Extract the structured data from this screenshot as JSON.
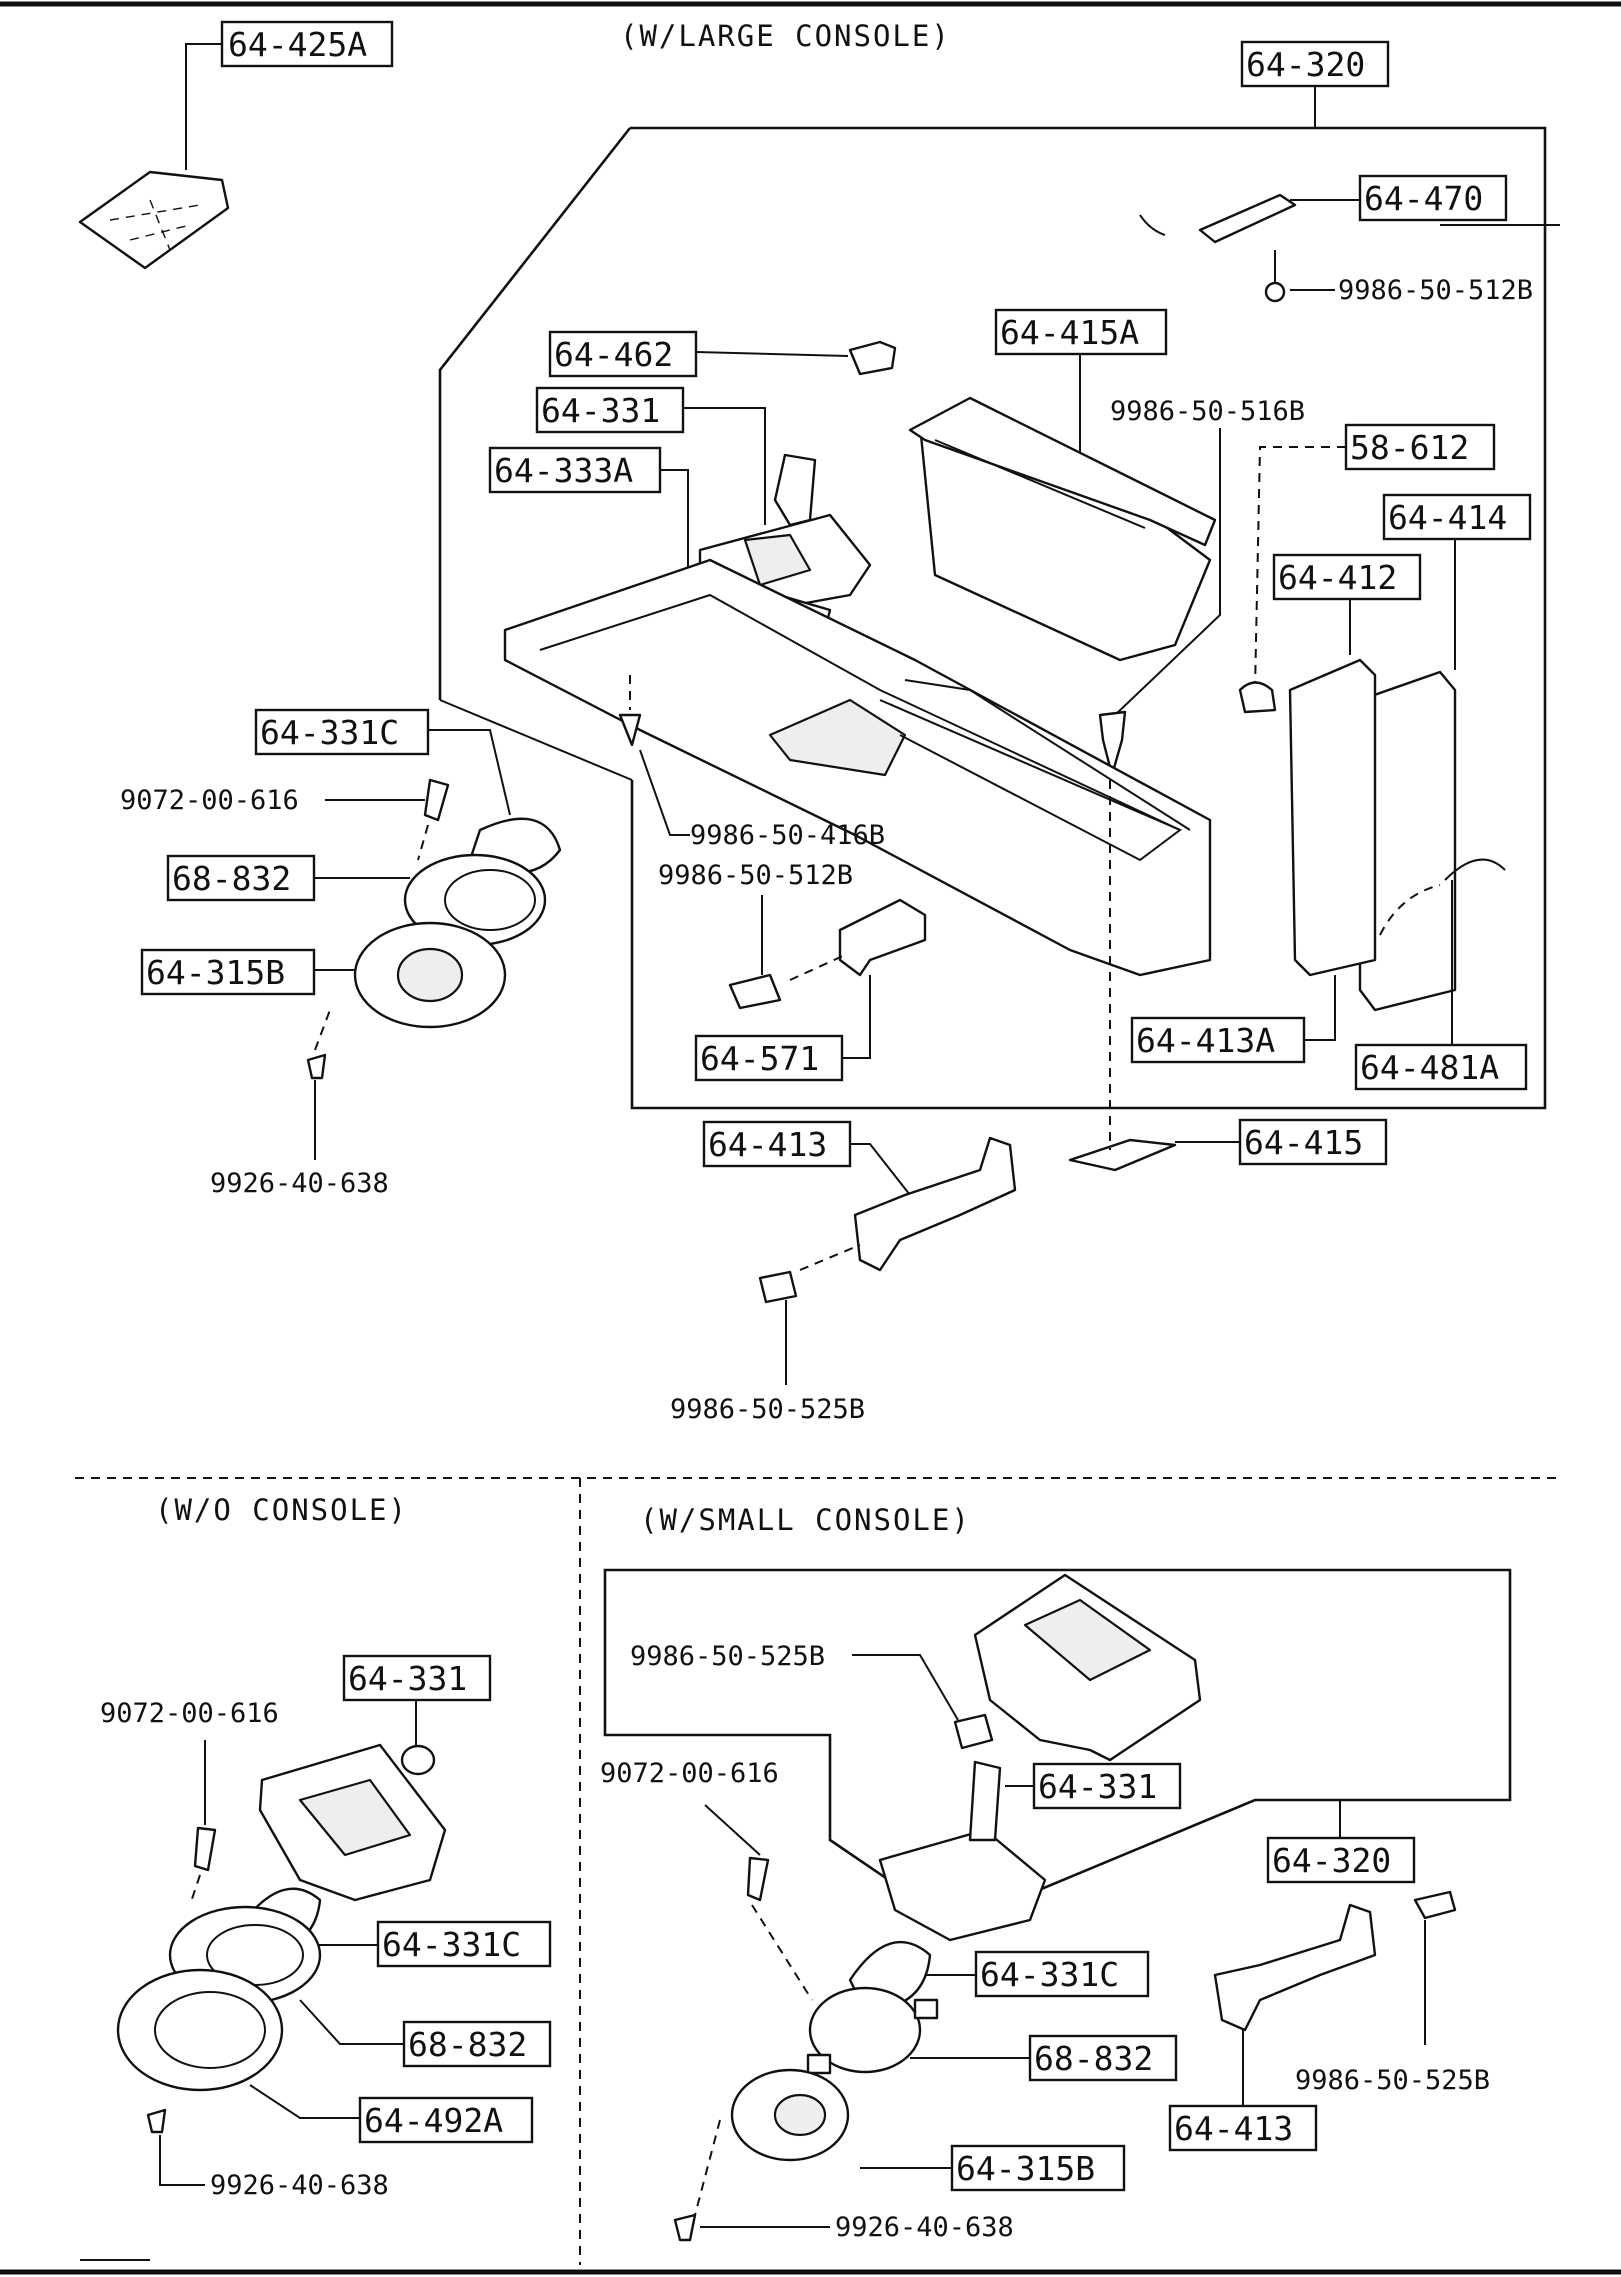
{
  "sections": {
    "large": "(W/LARGE CONSOLE)",
    "without": "(W/O CONSOLE)",
    "small": "(W/SMALL CONSOLE)"
  },
  "parts_large": {
    "p64_425A": "64-425A",
    "p64_320": "64-320",
    "p64_470": "64-470",
    "b9986_50_512B_top": "9986-50-512B",
    "p64_462": "64-462",
    "p64_415A": "64-415A",
    "b9986_50_516B": "9986-50-516B",
    "p58_612": "58-612",
    "p64_331": "64-331",
    "p64_333A": "64-333A",
    "p64_414": "64-414",
    "p64_412": "64-412",
    "p64_331C": "64-331C",
    "b9072_00_616": "9072-00-616",
    "b9986_50_416B": "9986-50-416B",
    "b9986_50_512B": "9986-50-512B",
    "p68_832": "68-832",
    "p64_315B": "64-315B",
    "p64_571": "64-571",
    "p64_413A": "64-413A",
    "p64_481A": "64-481A",
    "b9926_40_638": "9926-40-638",
    "p64_413": "64-413",
    "p64_415": "64-415",
    "b9986_50_525B": "9986-50-525B"
  },
  "parts_without": {
    "p64_331": "64-331",
    "b9072_00_616": "9072-00-616",
    "p64_331C": "64-331C",
    "p68_832": "68-832",
    "p64_492A": "64-492A",
    "b9926_40_638": "9926-40-638"
  },
  "parts_small": {
    "b9986_50_525B_top": "9986-50-525B",
    "b9072_00_616": "9072-00-616",
    "p64_331": "64-331",
    "p64_320": "64-320",
    "b9986_50_525B": "9986-50-525B",
    "p64_331C": "64-331C",
    "p68_832": "68-832",
    "p64_413": "64-413",
    "p64_315B": "64-315B",
    "b9926_40_638": "9926-40-638"
  }
}
